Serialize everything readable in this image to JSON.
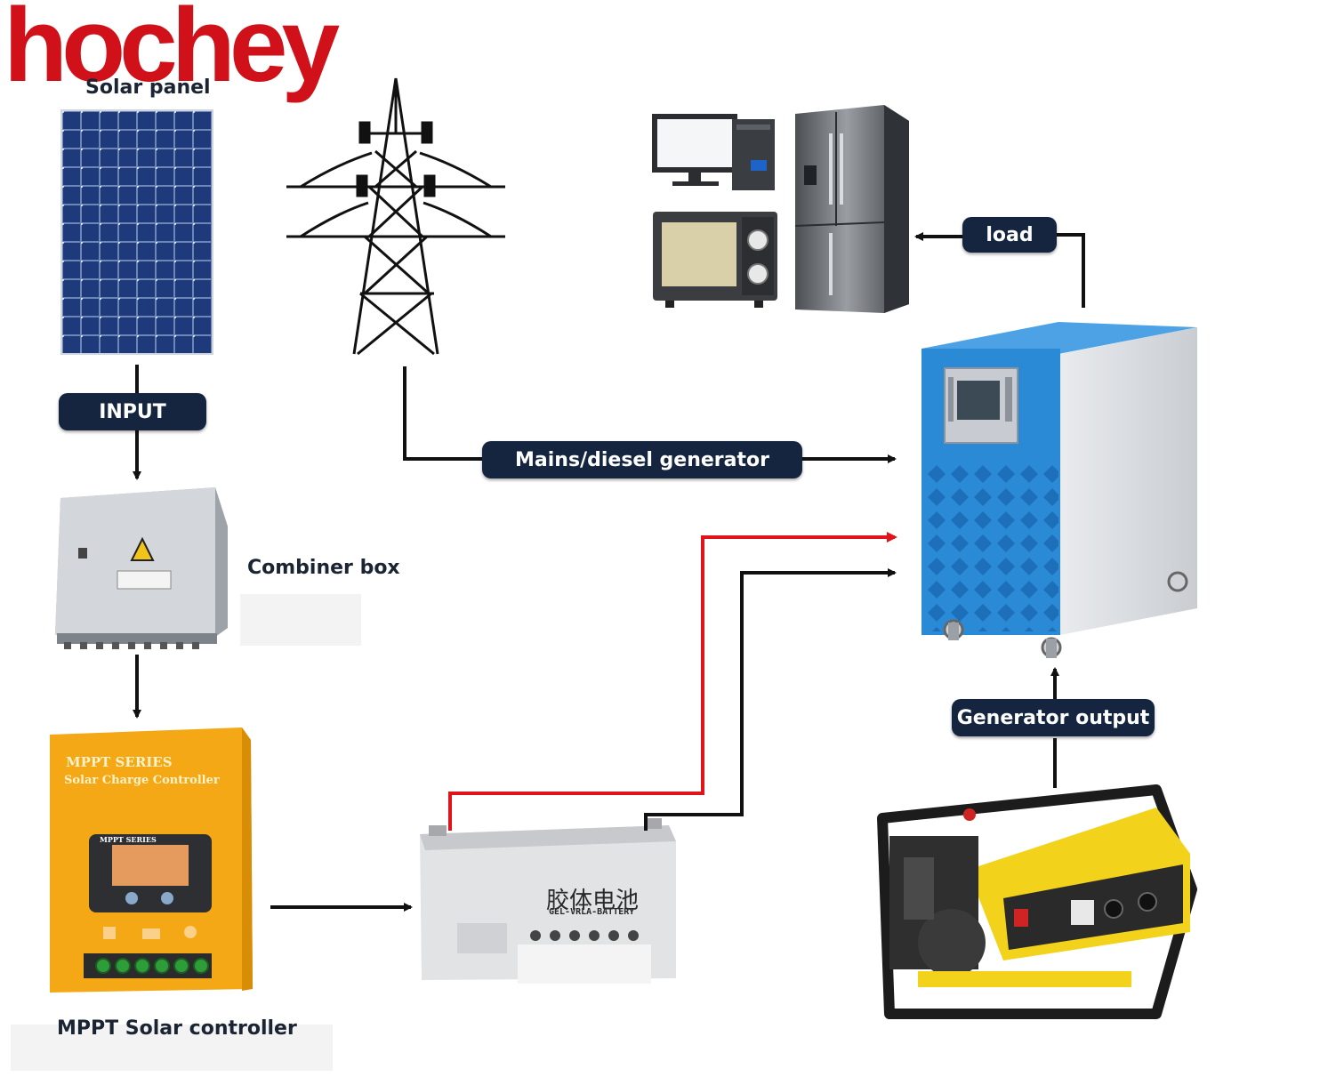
{
  "brand": {
    "logo_text": "hochey",
    "color": "#d0111a"
  },
  "labels": {
    "solar_panel": "Solar panel",
    "combiner_box": "Combiner box",
    "mppt_controller": "MPPT Solar controller"
  },
  "pills": {
    "input": "INPUT",
    "mains": "Mains/diesel generator",
    "load": "load",
    "generator_output": "Generator output"
  },
  "device_text": {
    "controller_series": "MPPT  SERIES",
    "controller_subtitle": "Solar Charge Controller",
    "controller_screen_series": "MPPT SERIES",
    "battery_chinese": "胶体电池",
    "battery_english": "GEL-VRLA-BATTERY"
  },
  "colors": {
    "pill_bg": "#15253f",
    "wire_positive": "#e0141b",
    "wire_negative": "#111111",
    "solar_cell": "#1f3a7a",
    "inverter_blue": "#2a8ad6",
    "controller_orange": "#f4a816",
    "generator_yellow": "#f2d21a"
  }
}
